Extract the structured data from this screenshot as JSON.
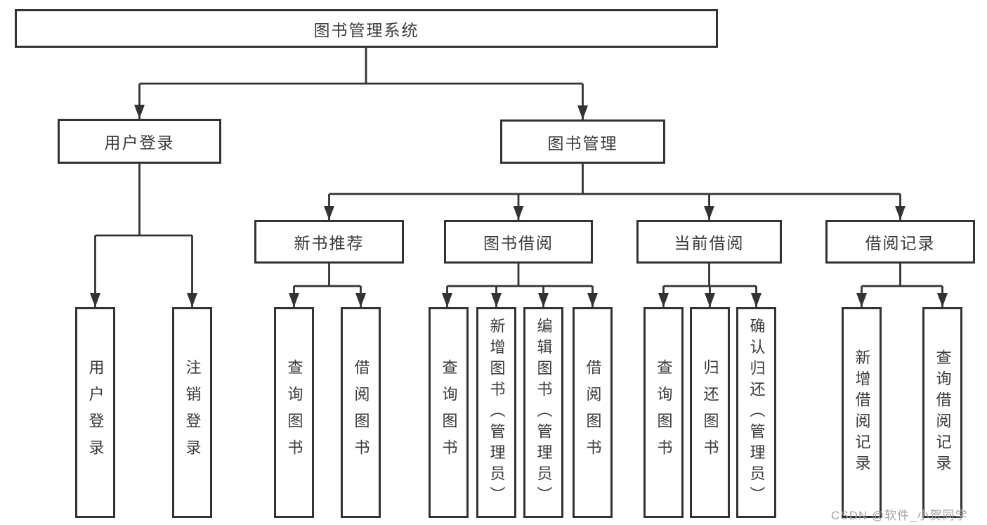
{
  "diagram": {
    "root": {
      "label": "图书管理系统"
    },
    "level2": [
      {
        "label": "用户登录"
      },
      {
        "label": "图书管理"
      }
    ],
    "level3": [
      {
        "label": "新书推荐"
      },
      {
        "label": "图书借阅"
      },
      {
        "label": "当前借阅"
      },
      {
        "label": "借阅记录"
      }
    ],
    "leaves": [
      {
        "label": "用户登录",
        "parent": "用户登录"
      },
      {
        "label": "注销登录",
        "parent": "用户登录"
      },
      {
        "label": "查询图书",
        "parent": "新书推荐"
      },
      {
        "label": "借阅图书",
        "parent": "新书推荐"
      },
      {
        "label": "查询图书",
        "parent": "图书借阅"
      },
      {
        "label": "新增图书（管理员）",
        "parent": "图书借阅"
      },
      {
        "label": "编辑图书（管理员）",
        "parent": "图书借阅"
      },
      {
        "label": "借阅图书",
        "parent": "图书借阅"
      },
      {
        "label": "查询图书",
        "parent": "当前借阅"
      },
      {
        "label": "归还图书",
        "parent": "当前借阅"
      },
      {
        "label": "确认归还（管理员）",
        "parent": "当前借阅"
      },
      {
        "label": "新增借阅记录",
        "parent": "借阅记录"
      },
      {
        "label": "查询借阅记录",
        "parent": "借阅记录"
      }
    ]
  },
  "watermark": "CSDN @软件_小贺同学",
  "colors": {
    "line": "#333333",
    "text": "#3a3a3a",
    "background": "#ffffff",
    "watermark": "#9e9e9e"
  }
}
